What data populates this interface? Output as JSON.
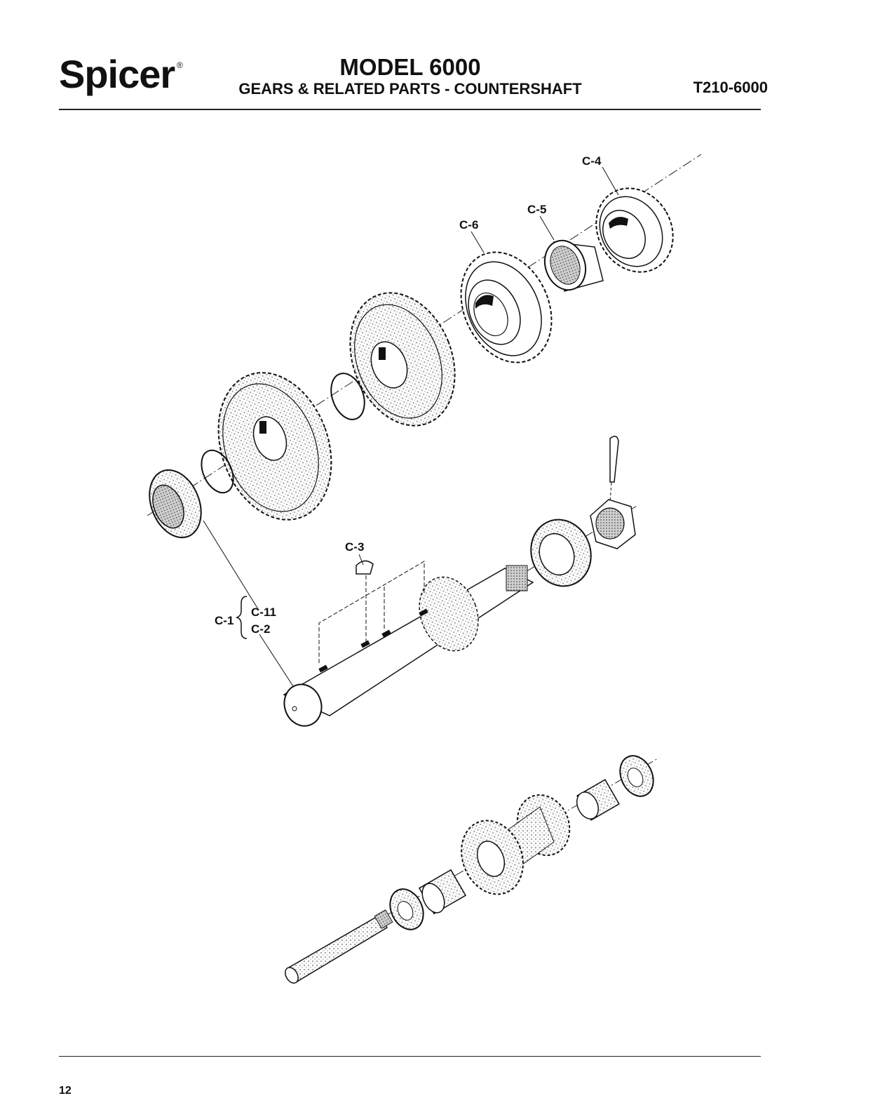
{
  "header": {
    "brand": "Spicer",
    "brand_mark": "®",
    "model": "MODEL 6000",
    "subtitle": "GEARS & RELATED PARTS - COUNTERSHAFT",
    "doc_code": "T210-6000"
  },
  "callouts": {
    "c4": "C-4",
    "c5": "C-5",
    "c6": "C-6",
    "c3": "C-3",
    "c1": "C-1",
    "c11": "C-11",
    "c2": "C-2"
  },
  "footer": {
    "page_number": "12"
  },
  "colors": {
    "ink": "#111111",
    "shade": "#bdbdbd"
  }
}
